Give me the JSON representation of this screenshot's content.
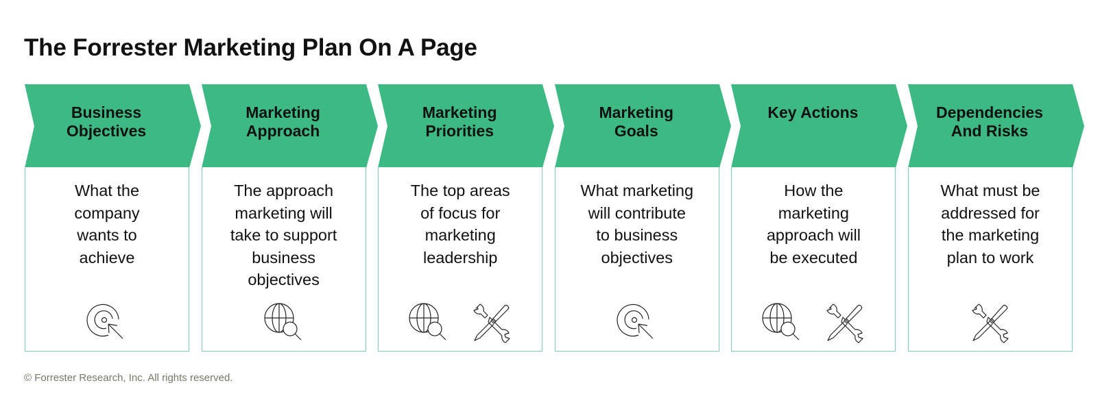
{
  "title": "The Forrester Marketing Plan On A Page",
  "colors": {
    "accent": "#3dba84",
    "card_border": "#7ecdb0",
    "text": "#111111",
    "footer": "#77776a"
  },
  "steps": [
    {
      "heading": "Business\nObjectives",
      "heading_lines": [
        "Business",
        "Objectives"
      ],
      "description_lines": [
        "What the",
        "company",
        "wants to",
        "achieve"
      ],
      "icons": [
        "target-cursor-icon"
      ]
    },
    {
      "heading_lines": [
        "Marketing",
        "Approach"
      ],
      "description_lines": [
        "The approach",
        "marketing will",
        "take to support",
        "business",
        "objectives"
      ],
      "icons": [
        "globe-search-icon"
      ]
    },
    {
      "heading_lines": [
        "Marketing",
        "Priorities"
      ],
      "description_lines": [
        "The top areas",
        "of focus for",
        "marketing",
        "leadership"
      ],
      "icons": [
        "globe-search-icon",
        "tools-icon"
      ]
    },
    {
      "heading_lines": [
        "Marketing",
        "Goals"
      ],
      "description_lines": [
        "What marketing",
        "will contribute",
        "to business",
        "objectives"
      ],
      "icons": [
        "target-cursor-icon"
      ]
    },
    {
      "heading_lines": [
        "Key Actions"
      ],
      "description_lines": [
        "How the",
        "marketing",
        "approach will",
        "be executed"
      ],
      "icons": [
        "globe-search-icon",
        "tools-icon"
      ]
    },
    {
      "heading_lines": [
        "Dependencies",
        "And Risks"
      ],
      "description_lines": [
        "What must be",
        "addressed for",
        "the marketing",
        "plan to work"
      ],
      "icons": [
        "tools-icon"
      ]
    }
  ],
  "footer": "© Forrester Research, Inc. All rights reserved."
}
